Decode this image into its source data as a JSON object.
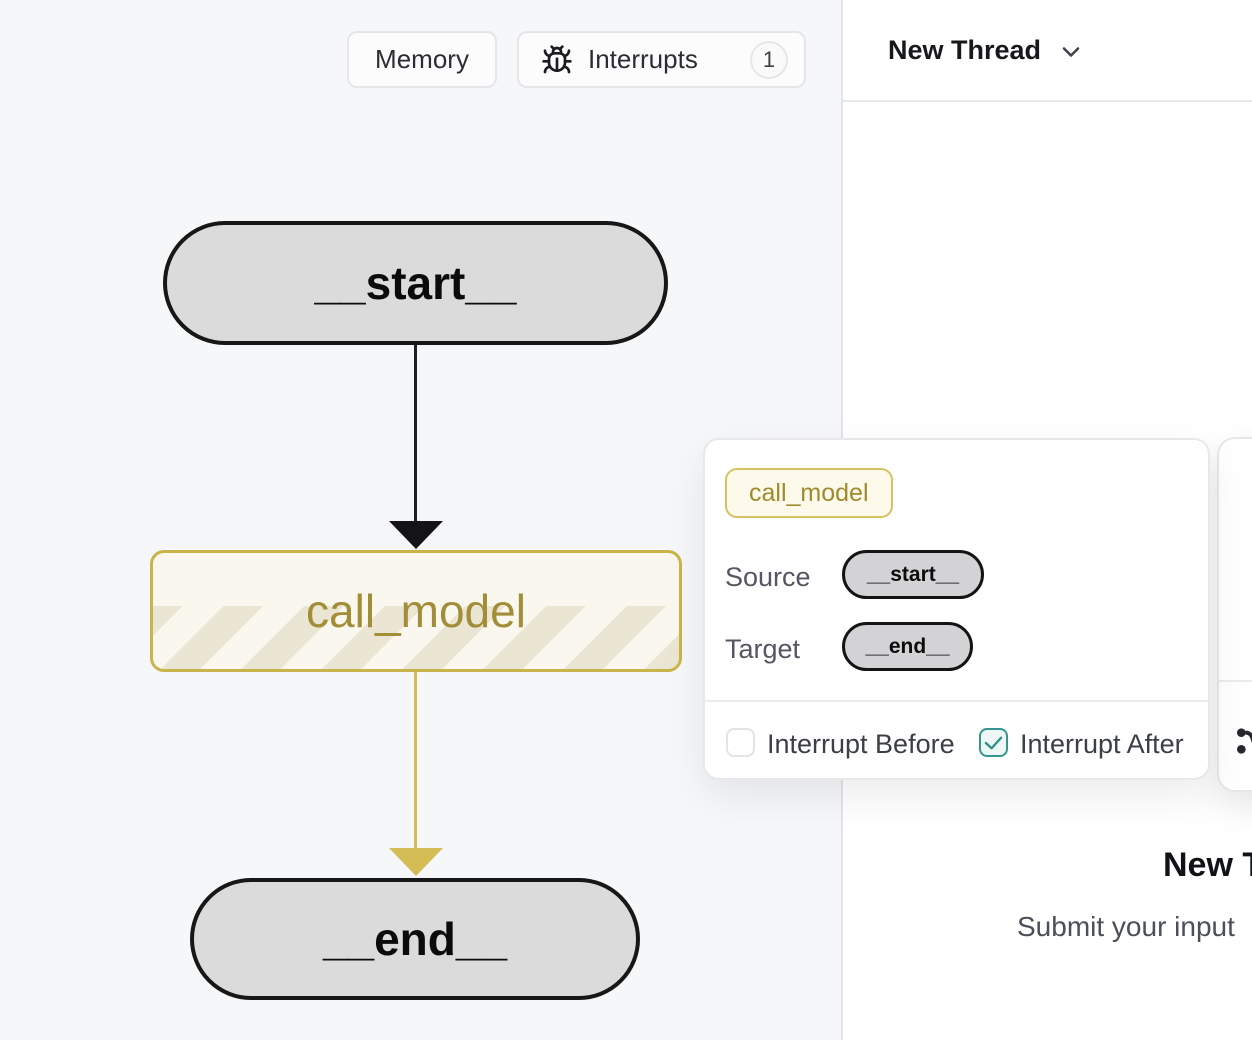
{
  "toolbar": {
    "memory_label": "Memory",
    "interrupts_label": "Interrupts",
    "interrupts_count": "1"
  },
  "thread_header": {
    "title": "New Thread"
  },
  "graph": {
    "nodes": {
      "start": "__start__",
      "call_model": "call_model",
      "end": "__end__"
    }
  },
  "popover": {
    "node_chip": "call_model",
    "source_label": "Source",
    "source_value": "__start__",
    "target_label": "Target",
    "target_value": "__end__",
    "interrupt_before_label": "Interrupt Before",
    "interrupt_after_label": "Interrupt After",
    "interrupt_before_checked": false,
    "interrupt_after_checked": true
  },
  "thread_view": {
    "heading": "New Thread",
    "subtext": "Submit your input"
  },
  "colors": {
    "canvas_bg": "#f6f7f9",
    "accent_yellow": "#d4bd55",
    "node_yellow_border": "#c9b44c",
    "node_yellow_text": "#a28d38",
    "node_gray_fill": "#dbdbdb",
    "edge_dark": "#1f1f22",
    "checkbox_teal": "#35968f"
  }
}
